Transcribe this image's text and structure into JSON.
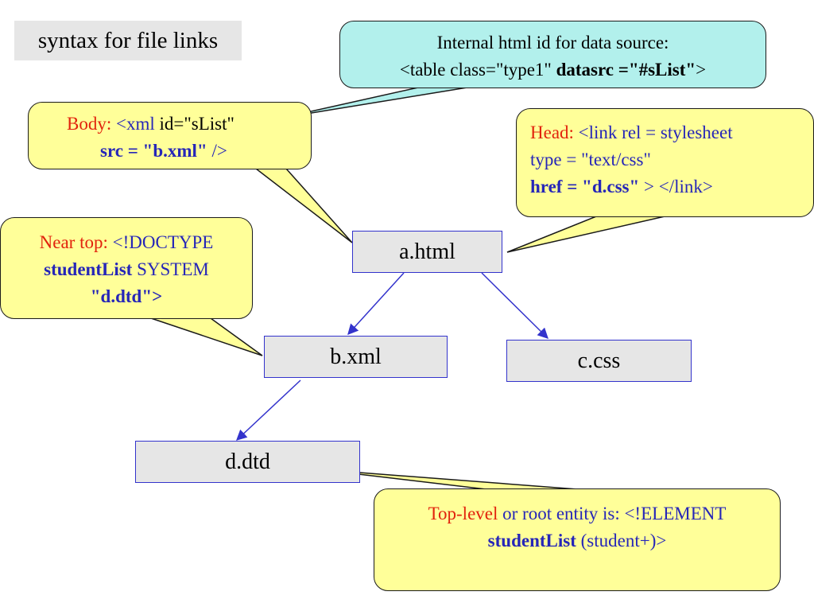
{
  "title": "syntax for file links",
  "nodes": {
    "a_html": "a.html",
    "b_xml": "b.xml",
    "c_css": "c.css",
    "d_dtd": "d.dtd"
  },
  "callouts": {
    "datasrc": {
      "line1": "Internal html id for data source:",
      "line2_plain": "<table class=\"type1\" ",
      "line2_bold": "datasrc =\"#sList\"",
      "line2_end": ">"
    },
    "body": {
      "label": "Body: ",
      "code1": "<xml ",
      "code2": "id=\"sList\"",
      "code3_bold": "src = \"b.xml\"",
      "code4": " />"
    },
    "head": {
      "label": "Head: ",
      "code1": "<link  rel = stylesheet",
      "code2": "type = \"text/css\"",
      "code3_bold": "href = \"d.css\"",
      "code4": " > </link>"
    },
    "doctype": {
      "label": "Near top: ",
      "code1": "<!DOCTYPE",
      "code2_bold": "studentList",
      "code3": "  SYSTEM",
      "code4_bold": "\"d.dtd\">"
    },
    "root": {
      "label": "Top-level",
      "text1": " or root entity is: <!ELEMENT",
      "code_bold": "studentList",
      "code2": "  (student+)>"
    }
  },
  "colors": {
    "callout_fill": "#ffff99",
    "info_fill": "#b2f0ec",
    "node_fill": "#e6e6e6",
    "arrow": "#3333cc",
    "label_red": "#e2230d",
    "code_blue": "#2626b8"
  }
}
